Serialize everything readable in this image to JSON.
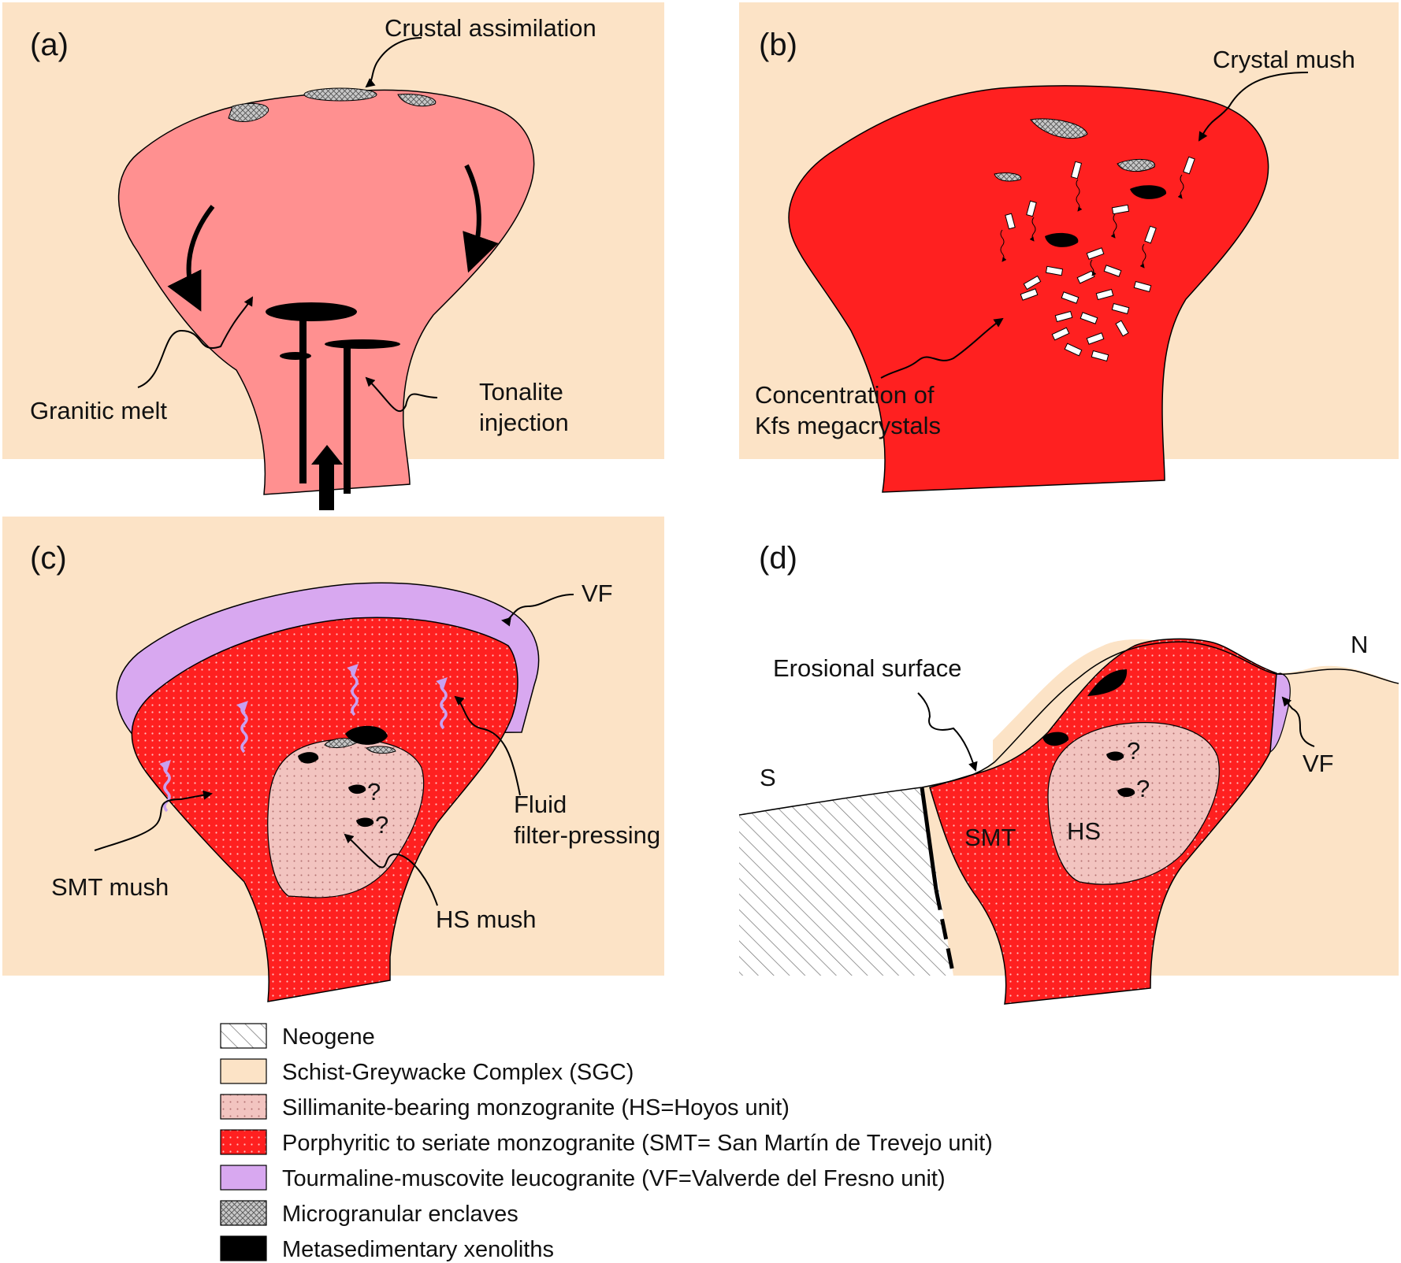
{
  "panels": {
    "a": {
      "label": "(a)",
      "crustal_assimilation": "Crustal assimilation",
      "granitic_melt": "Granitic melt",
      "tonalite_line1": "Tonalite",
      "tonalite_line2": "injection"
    },
    "b": {
      "label": "(b)",
      "crystal_mush": "Crystal mush",
      "concentration_line1": "Concentration of",
      "concentration_line2": "Kfs megacrystals"
    },
    "c": {
      "label": "(c)",
      "vf": "VF",
      "fluid_line1": "Fluid",
      "fluid_line2": "filter-pressing",
      "smt_mush": "SMT mush",
      "hs_mush": "HS mush",
      "question_1": "?",
      "question_2": "?"
    },
    "d": {
      "label": "(d)",
      "erosional_surface": "Erosional surface",
      "north": "N",
      "south": "S",
      "vf": "VF",
      "smt": "SMT",
      "hs": "HS",
      "question_1": "?",
      "question_2": "?"
    }
  },
  "legend": [
    {
      "label": "Neogene",
      "swatch": "hatch"
    },
    {
      "label": "Schist-Greywacke Complex (SGC)",
      "swatch": "#fce3c6"
    },
    {
      "label": "Sillimanite-bearing monzogranite (HS=Hoyos unit)",
      "swatch": "dots"
    },
    {
      "label": "Porphyritic to seriate monzogranite (SMT= San Martín de Trevejo unit)",
      "swatch": "#ff2020"
    },
    {
      "label": "Tourmaline-muscovite leucogranite (VF=Valverde del Fresno unit)",
      "swatch": "#d8a8f0"
    },
    {
      "label": "Microgranular enclaves",
      "swatch": "crosshatch"
    },
    {
      "label": "Metasedimentary xenoliths",
      "swatch": "#000000"
    }
  ],
  "colors": {
    "sgc": "#fce3c6",
    "melt": "#ff9090",
    "smt": "#ff2020",
    "vf": "#d8a8f0",
    "hs": "#f2c4c0"
  }
}
